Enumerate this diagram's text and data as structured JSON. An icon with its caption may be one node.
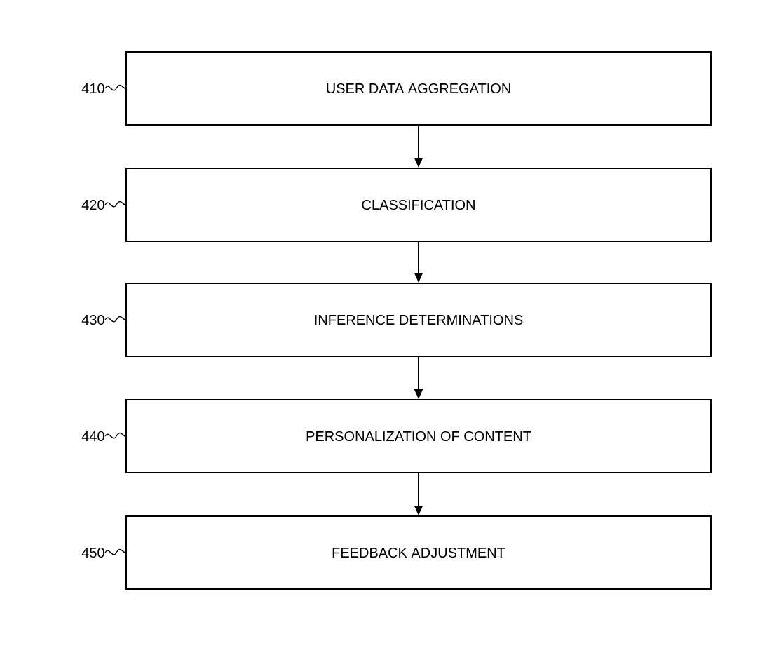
{
  "diagram": {
    "nodes": [
      {
        "text": [
          "USER DATA AGGREGATION"
        ]
      },
      {
        "text": [
          "CLASSIFICATION"
        ]
      },
      {
        "text": [
          "INFERENCE DETERMINATIONS"
        ]
      },
      {
        "text": [
          "PERSONALIZATION OF CONTENT"
        ]
      },
      {
        "text": [
          "FEEDBACK ADJUSTMENT"
        ]
      },
      {
        "text": [
          "410"
        ]
      },
      {
        "text": [
          "420"
        ]
      },
      {
        "text": [
          "430"
        ]
      },
      {
        "text": [
          "440"
        ]
      },
      {
        "text": [
          "450"
        ]
      }
    ],
    "edges": [
      {
        "from": 0,
        "to": 1,
        "arrow": "to"
      },
      {
        "from": 1,
        "to": 2,
        "arrow": "to"
      },
      {
        "from": 2,
        "to": 3,
        "arrow": "to"
      },
      {
        "from": 3,
        "to": 4,
        "arrow": "to"
      },
      {
        "from": 5,
        "to": 0,
        "arrow": "none"
      },
      {
        "from": 6,
        "to": 1,
        "arrow": "none"
      },
      {
        "from": 7,
        "to": 2,
        "arrow": "none"
      },
      {
        "from": 8,
        "to": 3,
        "arrow": "none"
      },
      {
        "from": 9,
        "to": 4,
        "arrow": "none"
      }
    ]
  }
}
